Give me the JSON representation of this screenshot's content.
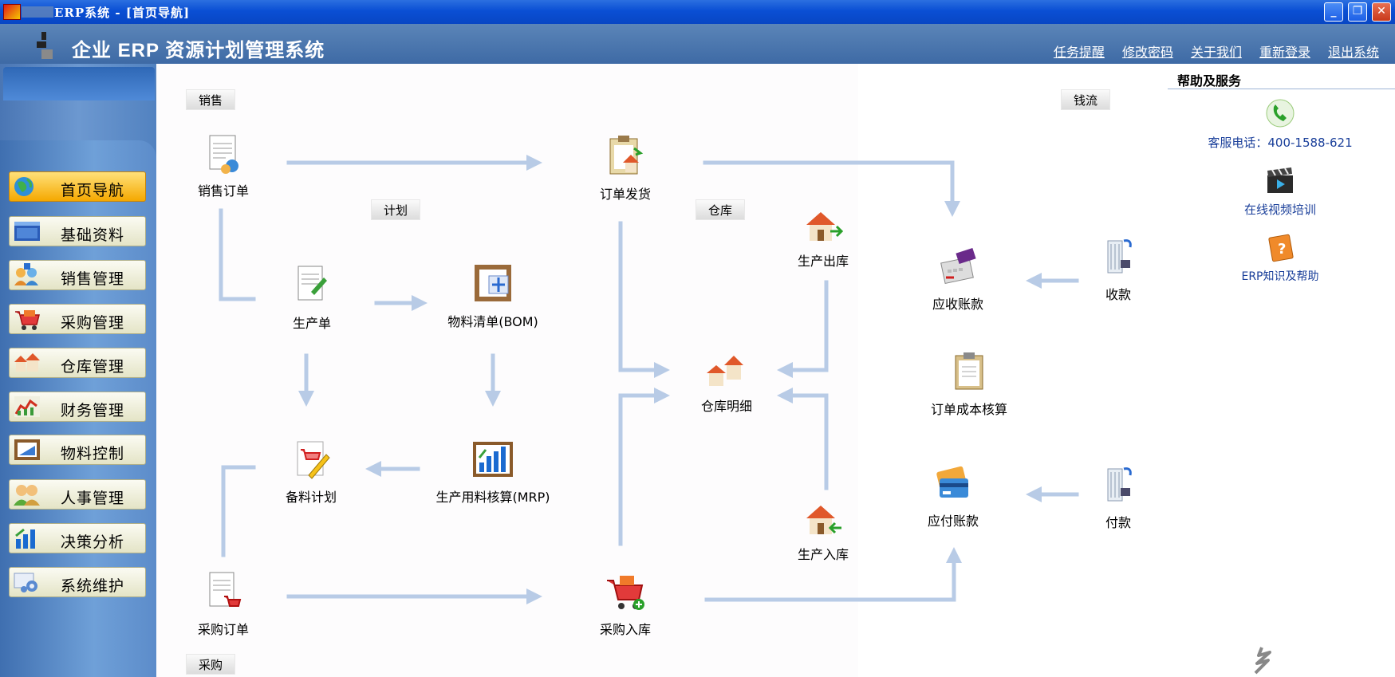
{
  "window": {
    "title": "ERP系统 - [首页导航]",
    "buttons": {
      "minimize": "_",
      "restore": "❐",
      "close": "✕"
    }
  },
  "header": {
    "system_title": "企业 ERP 资源计划管理系统",
    "links": [
      "任务提醒",
      "修改密码",
      "关于我们",
      "重新登录",
      "退出系统"
    ]
  },
  "sidebar": {
    "items": [
      {
        "label": "首页导航",
        "icon": "globe-icon",
        "active": true
      },
      {
        "label": "基础资料",
        "icon": "window-icon",
        "active": false
      },
      {
        "label": "销售管理",
        "icon": "people-icon",
        "active": false
      },
      {
        "label": "采购管理",
        "icon": "shopping-basket-icon",
        "active": false
      },
      {
        "label": "仓库管理",
        "icon": "houses-icon",
        "active": false
      },
      {
        "label": "财务管理",
        "icon": "finance-chart-icon",
        "active": false
      },
      {
        "label": "物料控制",
        "icon": "material-frame-icon",
        "active": false
      },
      {
        "label": "人事管理",
        "icon": "staff-icon",
        "active": false
      },
      {
        "label": "决策分析",
        "icon": "bar-chart-icon",
        "active": false
      },
      {
        "label": "系统维护",
        "icon": "gears-icon",
        "active": false
      }
    ]
  },
  "sections": {
    "sales": "销售",
    "plan": "计划",
    "warehouse": "仓库",
    "cash": "钱流",
    "purchase": "采购"
  },
  "nodes": {
    "sales_order": "销售订单",
    "order_ship": "订单发货",
    "production_order": "生产单",
    "bom": "物料清单(BOM)",
    "material_plan": "备料计划",
    "mrp": "生产用料核算(MRP)",
    "purchase_order": "采购订单",
    "purchase_in": "采购入库",
    "production_out": "生产出库",
    "warehouse_detail": "仓库明细",
    "production_in": "生产入库",
    "receivable": "应收账款",
    "receipt": "收款",
    "order_cost": "订单成本核算",
    "payable": "应付账款",
    "payment": "付款"
  },
  "help": {
    "title": "帮助及服务",
    "hotline": "客服电话：400-1588-621",
    "video": "在线视频培训",
    "knowledge": "ERP知识及帮助"
  },
  "colors": {
    "titlebar": "#0a4fd4",
    "header": "#4a73aa",
    "sidebar": "#5f8cc6",
    "active_nav": "#f5b400",
    "flow_arrow": "#b8cbe6",
    "help_text": "#1a3f9a"
  }
}
